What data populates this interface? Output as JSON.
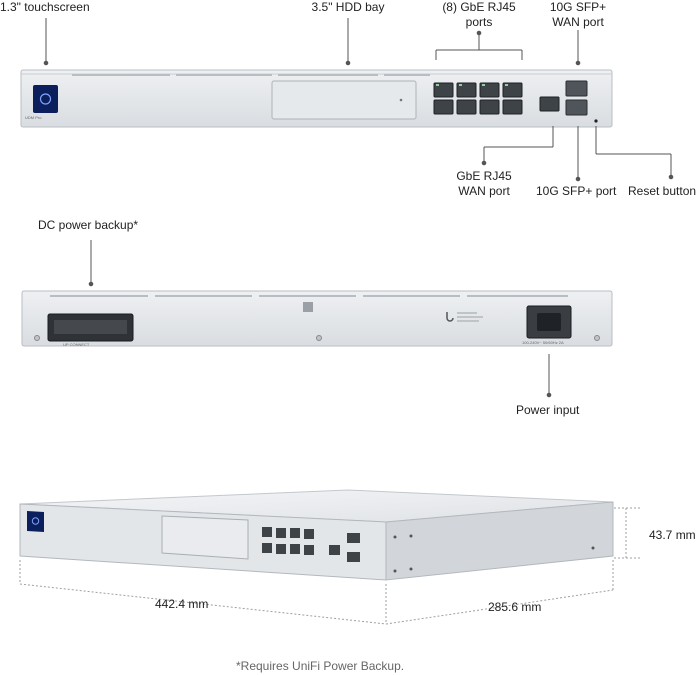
{
  "labels": {
    "touchscreen": "1.3\" touchscreen",
    "hdd_bay": "3.5\" HDD bay",
    "rj45_ports_line1": "(8) GbE RJ45",
    "rj45_ports_line2": "ports",
    "sfp_wan_line1": "10G SFP+",
    "sfp_wan_line2": "WAN port",
    "gbe_wan_line1": "GbE RJ45",
    "gbe_wan_line2": "WAN port",
    "sfp_port": "10G SFP+ port",
    "reset_button": "Reset button",
    "dc_power_backup": "DC power backup*",
    "power_input": "Power input"
  },
  "dimensions": {
    "height": "43.7 mm",
    "width": "442.4 mm",
    "depth": "285.6 mm"
  },
  "footnote": "*Requires UniFi Power Backup.",
  "device_text": {
    "front_model": "UDM Pro",
    "rear_backup_label": "UP CONNECT",
    "rear_power_label": "100-240V~ 50/60Hz 2A"
  }
}
